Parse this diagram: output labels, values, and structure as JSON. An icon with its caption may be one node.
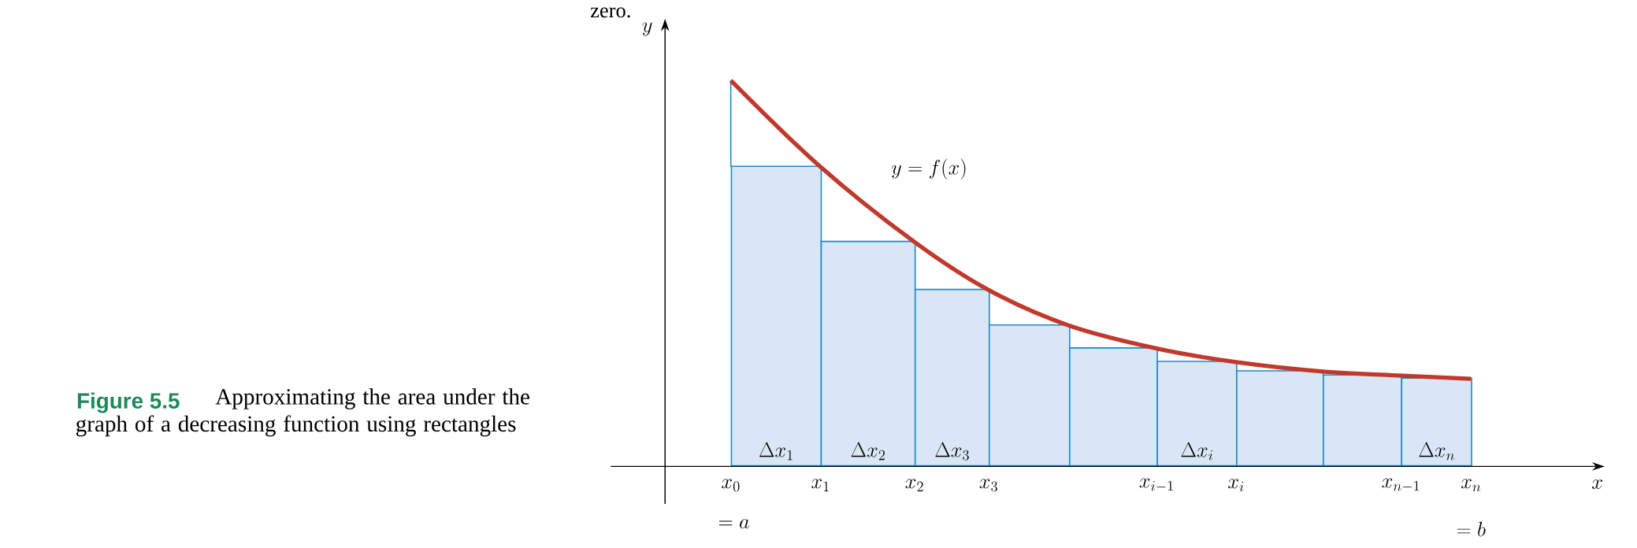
{
  "diagram": {
    "nodes": [
      {
        "text": [
          "\\Delta x_1"
        ]
      },
      {
        "text": [
          "\\Delta x_2"
        ]
      },
      {
        "text": [
          "\\Delta x_3"
        ]
      },
      {
        "text": [],
        "shape": "bar"
      },
      {
        "text": [],
        "shape": "bar"
      },
      {
        "text": [
          "\\Delta x_i"
        ]
      },
      {
        "text": [],
        "shape": "bar"
      },
      {
        "text": [],
        "shape": "bar"
      },
      {
        "text": [
          "\\Delta x_n"
        ]
      }
    ],
    "edges": [],
    "labels": [
      "zero.",
      "y",
      "y = f(x)",
      "Figure 5.5",
      "x_0",
      "x_1",
      "x_2",
      "x_3",
      "x_{i-1}",
      "x_i",
      "x_{n-1}",
      "x_n",
      "x",
      "= a",
      "= b"
    ],
    "caption": "Approximating the area under the graph of a decreasing function using rectangles"
  }
}
